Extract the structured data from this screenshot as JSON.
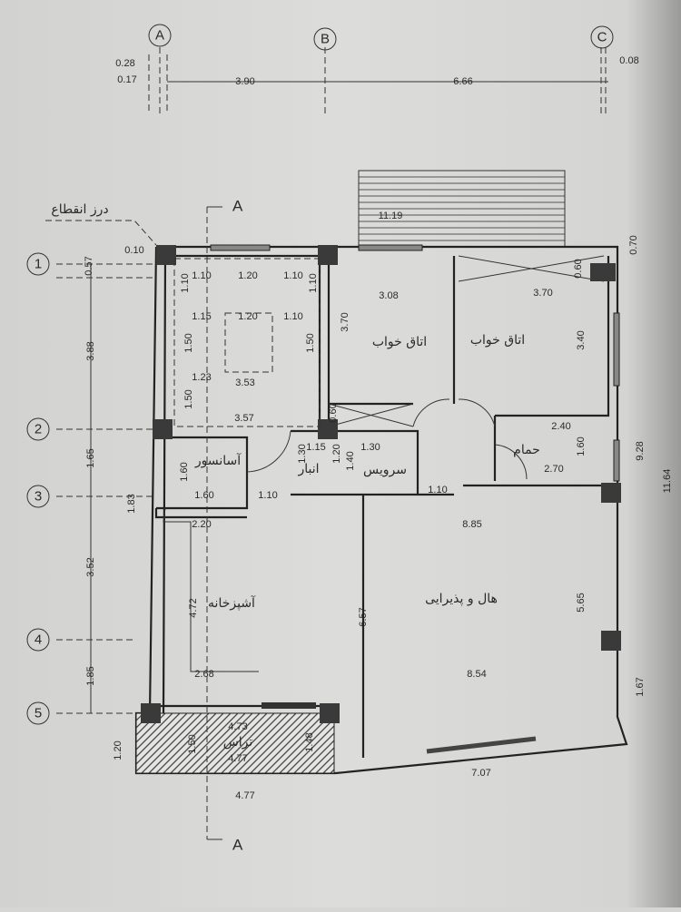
{
  "grid": {
    "columns": [
      "A",
      "B",
      "C"
    ],
    "rows": [
      "1",
      "2",
      "3",
      "4",
      "5"
    ],
    "section_mark": "A"
  },
  "rooms": {
    "bedroom_1": "اتاق خواب",
    "bedroom_2": "اتاق خواب",
    "elevator": "آسانسور",
    "storage": "انبار",
    "wc": "سرویس",
    "bathroom": "حمام",
    "kitchen": "آشپزخانه",
    "living": "هال و پذیرایی",
    "terrace": "تراس",
    "expansion_joint": "درز انقطاع"
  },
  "dims": [
    "0.28",
    "0.17",
    "3.90",
    "6.66",
    "0.08",
    "11.19",
    "0.10",
    "0.57",
    "3.88",
    "1.65",
    "3.52",
    "1.85",
    "1.20",
    "1.83",
    "1.10",
    "1.20",
    "1.10",
    "1.10",
    "1.10",
    "1.15",
    "1.20",
    "1.10",
    "1.50",
    "1.50",
    "1.23",
    "3.53",
    "1.50",
    "3.57",
    "3.70",
    "3.08",
    "3.70",
    "0.60",
    "0.70",
    "3.40",
    "0.60",
    "2.40",
    "1.60",
    "2.70",
    "9.28",
    "11.64",
    "1.15",
    "1.30",
    "1.30",
    "1.20",
    "1.40",
    "1.60",
    "1.60",
    "1.10",
    "1.10",
    "2.20",
    "8.85",
    "4.72",
    "6.57",
    "5.65",
    "2.68",
    "8.54",
    "1.67",
    "4.73",
    "1.50",
    "1.48",
    "4.77",
    "4.77",
    "7.07"
  ],
  "colors": {
    "paper": "#d9d9d7",
    "ink": "#222222",
    "column": "#3a3a3a"
  }
}
